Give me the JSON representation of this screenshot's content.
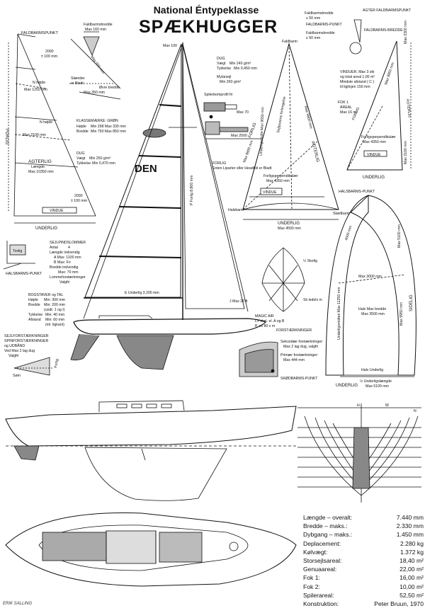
{
  "header": {
    "class_name": "National Éntypeklasse",
    "boat_name": "SPÆKHUGGER"
  },
  "main_sail": {
    "fald_punkt": "FALDBARMSPUNKT",
    "fald_bredde": "Faldbarmsbredde",
    "fald_bredde_max": "Max 160 mm",
    "forlig": "FORLIG",
    "agterlig": "AGTERLIG",
    "laengde": "Længde",
    "laengde_max": "Max 10350 mm",
    "underlig": "UNDERLIG",
    "vindue": "VINDUE",
    "dim_2000_top": "2000",
    "dim_2000_top_tol": "± 100 mm",
    "dim_2000_bot": "2000",
    "dim_2000_bot_tol": "± 100 mm",
    "max_1250": "Max 1250 mm",
    "max_2100": "Max 2100 mm",
    "n_hojde_1": "N højde",
    "n_hojde_2": "N højde",
    "staender": "Stænder",
    "eller_bladt": "er Bladt",
    "max_600": "Max 600 mm",
    "ovre_bredde": "Øvre bredde",
    "max_350": "Max 350 mm",
    "klassem": "KLASSEMÆRKE: GRØN",
    "hojde": "Højde",
    "hojde_vals": "Min 298  Max 330 mm",
    "bredde": "Bredde",
    "bredde_vals": "Min 750  Max 850 mm",
    "dug": "DUG",
    "vaegt": "Vægt",
    "vaegt_val": "Min 250 g/m²",
    "tykkelse": "Tykkelse",
    "tykkelse_val": "Min 0,470 mm"
  },
  "spinnaker_pole": {
    "dug": "DUG",
    "vaegt": "Vægt",
    "vaegt_val": "Min 240 g/m²",
    "tykkelse": "Tykkelse",
    "tykkelse_val": "Min 0,450 mm",
    "mylarsejl": "Mylarsejl",
    "mylar_val": "Min 260 g/m²",
    "profil": "Spilerbomprofil fri",
    "max_70": "Max 70",
    "max_2500": "Max 2500"
  },
  "boat": {
    "max_100": "Max 100",
    "den": "DEN",
    "p_forlig": "P Forlig  8.800 mm",
    "e_underlig": "E Underlig  3.200 mm",
    "j_max": "J  Max 29 ft"
  },
  "genoa": {
    "faldbarm": "Faldbarm",
    "forlig": "FORLIG",
    "forlig_note": "Enten Liparter eller Headfoil er Bladt",
    "max_9900": "Max 9900 mm",
    "underlig": "UNDERLIG",
    "max_4500": "Max 4500 mm",
    "halsbarm": "Halsbarm",
    "skodbarm": "Skødbarm",
    "vindue": "VINDUE",
    "forlig_perp": "Forligsperpendikulær",
    "forlig_perp_max": "Max 4350 mm",
    "agterlig": "AGTERLIG",
    "agterlig_max": "Max 9800 mm",
    "underligsmidte": "Underligsmidte Max 9550 mm",
    "sejlposens": "Sejlposens forlengelse"
  },
  "jib": {
    "fald_bredde": "Faldbarmsbredde",
    "fald_bredde_val": "≥ 50 mm",
    "fald_punkt": "FALDBARMS-PUNKT",
    "agter_fald": "AGTER FALDBARMSPUNKT",
    "faldbarms_bredde": "FALDBARMS-BREDDE",
    "fald_bredde2": "Faldbarmsbredde",
    "fald_bredde2_val": "≤ 50 mm",
    "max_2300": "Max 2300 mm",
    "vinduer": "VINDUER, Max 3 stk",
    "vinduer_areal": "og total areal 1,00 m²",
    "mindste": "Mindste afstand ( C )",
    "mindste2": "til liglinjen 150 mm",
    "fok": "FOK 1",
    "areal": "AREAL",
    "areal_max": "Max 16 m²",
    "forlig": "FORLIG",
    "agterlig": "AGTERLIG",
    "forlig_perp": "Forligsperpendikulær",
    "forlig_perp_max": "Max 4350 mm",
    "vindue": "VINDUE",
    "underlig": "UNDERLIG",
    "halsbarms": "HALSBARMS-PUNKT",
    "max_9950": "Max 9950 mm",
    "max_2100": "Max 2100 mm"
  },
  "spinnaker": {
    "max_4000": "4000 mm",
    "max_5100": "Max 5100 mm",
    "sidelig": "SIDELIG",
    "max_9950": "Max 9950 mm",
    "midt": "Underligsmidten Max 11250 mm",
    "mid_width": "Max 3000 mm",
    "halv_bredde": "Halv Max bredde",
    "halv_bredde_max": "Max 3500 mm",
    "halv_underlig": "Halv Underlig",
    "underlig": "UNDERLIG",
    "underlig_note": "½ Underligslængde",
    "underlig_max": "Max 5100 mm",
    "skelig": "½ Skelig",
    "skelig_val": "Sk ledels m",
    "magic": "MAGIC AIR",
    "magic2": "L+ skel. el. A og B",
    "magic3": "ff, ex 80 x m"
  },
  "battens": {
    "title": "SEJLPINDSLOMMER",
    "antal": "Antal",
    "antal_val": "4",
    "laengde": "Længde indvendig",
    "a_max": "A  Max: 1100 mm",
    "b_max": "B  Max: Fri",
    "bredde": "Bredde indvendig",
    "bredde_max": "Max: 70 mm",
    "lomme": "Lommeforstærkninger",
    "valgfri": "Valgfri",
    "tovlig": "Tovlig"
  },
  "halsbarms_left": "HALSBARMS-PUNKT",
  "letters": {
    "title": "BOGSTAVER og TAL",
    "hojde": "Højde",
    "hojde_val": "Min: 300 mm",
    "bredde": "Bredde",
    "bredde_val": "Min: 200 mm",
    "undt": "(undt. 1 og I)",
    "tykkelse": "Tykkelse",
    "tykkelse_val": "Min: 40 mm",
    "afstand": "Afstand",
    "afstand_val": "Min: 60 mm",
    "ligkant": "(ml. ligkant)"
  },
  "reinf": {
    "title": "SEJLFORSTÆRKNINGER",
    "sub": "SPINFORSTÆRKNINGER",
    "og": "og UDBÅND",
    "ved": "Ved Max 2 lag dug",
    "valgfri": "Valgfri",
    "sem": "Søm",
    "vaegtig": "Forlig"
  },
  "forst": {
    "title": "FORSTÆRKNINGER",
    "sek": "Sekundær forstærkninger:",
    "sek_val": "Max 2 lag dug, valgfri",
    "prim": "Primær forstærkninger:",
    "prim_val": "Max 444 mm",
    "skodbarms": "SKØDBARMS-PUNKT"
  },
  "lines_plan": {
    "label_h": "H",
    "label_w": "W",
    "label_n": "N"
  },
  "specs": [
    {
      "label": "Længde – overalt:",
      "value": "7.440 mm"
    },
    {
      "label": "Bredde – maks.:",
      "value": "2.330 mm"
    },
    {
      "label": "Dybgang – maks.:",
      "value": "1.450 mm"
    },
    {
      "label": "Deplacement:",
      "value": "2.280 kg"
    },
    {
      "label": "Kølvægt:",
      "value": "1.372 kg"
    },
    {
      "label": "Storsejlsareal:",
      "value": "18,40 m²"
    },
    {
      "label": "Genuaareal:",
      "value": "22,00 m²"
    },
    {
      "label": "Fok 1:",
      "value": "16,00 m²"
    },
    {
      "label": "Fok 2:",
      "value": "10,00 m²"
    },
    {
      "label": "Spilerareal:",
      "value": "52,50 m²"
    },
    {
      "label": "Konstruktion:",
      "value": "Peter Bruun, 1970"
    }
  ],
  "credit": "ERIK SALLING",
  "colors": {
    "ink": "#111111",
    "paper": "#ffffff",
    "shade": "#cfcfcf"
  }
}
